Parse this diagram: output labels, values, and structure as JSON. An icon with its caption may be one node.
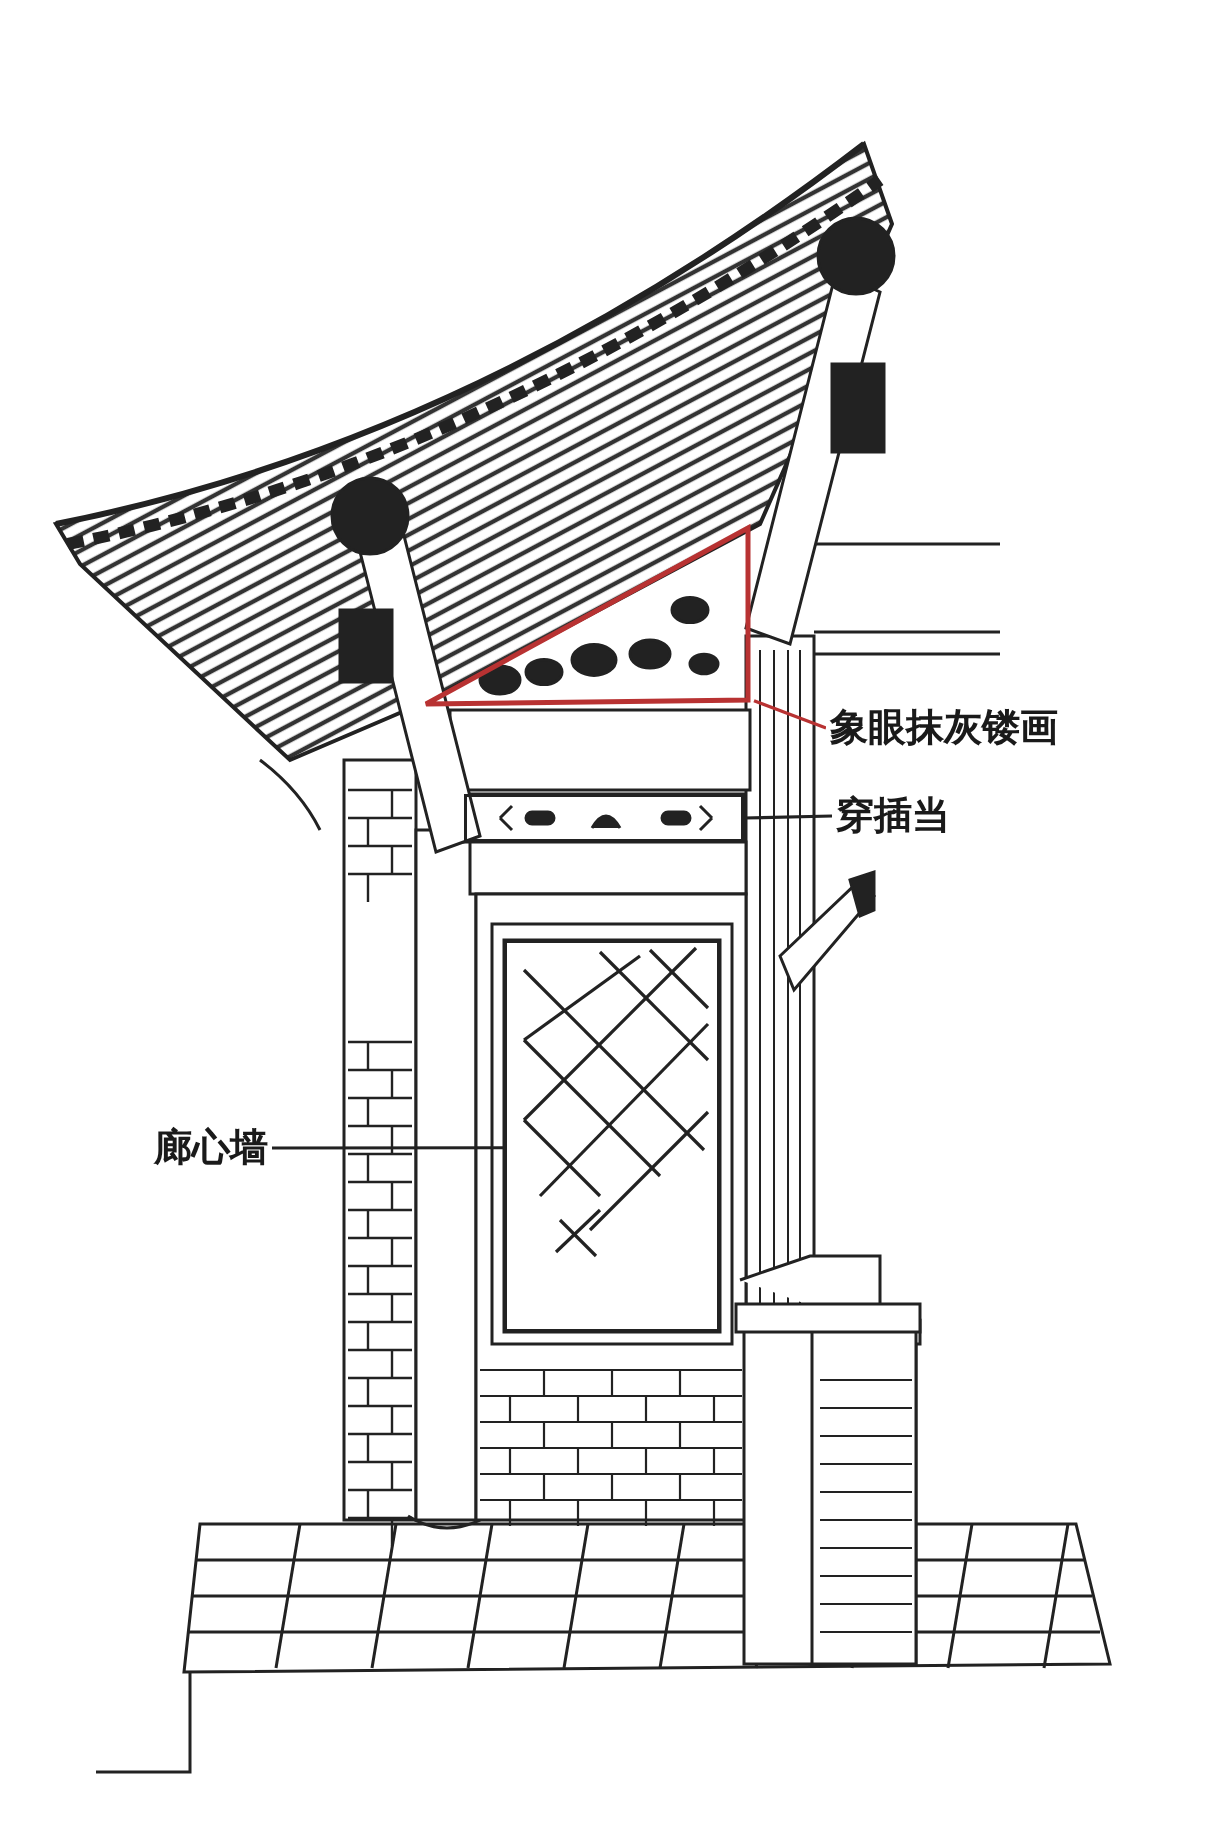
{
  "diagram": {
    "nodes": [
      {
        "text": [
          "象眼抹灰镂画"
        ]
      },
      {
        "text": [
          "穿插当"
        ]
      },
      {
        "text": [
          "廊心墙"
        ]
      },
      {
        "text": [],
        "shape": "triangle"
      },
      {
        "text": [],
        "shape": "box"
      },
      {
        "text": [],
        "shape": "box"
      }
    ],
    "edges": [
      {
        "from": 0,
        "to": 3,
        "arrow": "none",
        "color": "#b83232"
      },
      {
        "from": 1,
        "to": 4,
        "arrow": "none"
      },
      {
        "from": 2,
        "to": 5,
        "arrow": "none"
      }
    ]
  }
}
